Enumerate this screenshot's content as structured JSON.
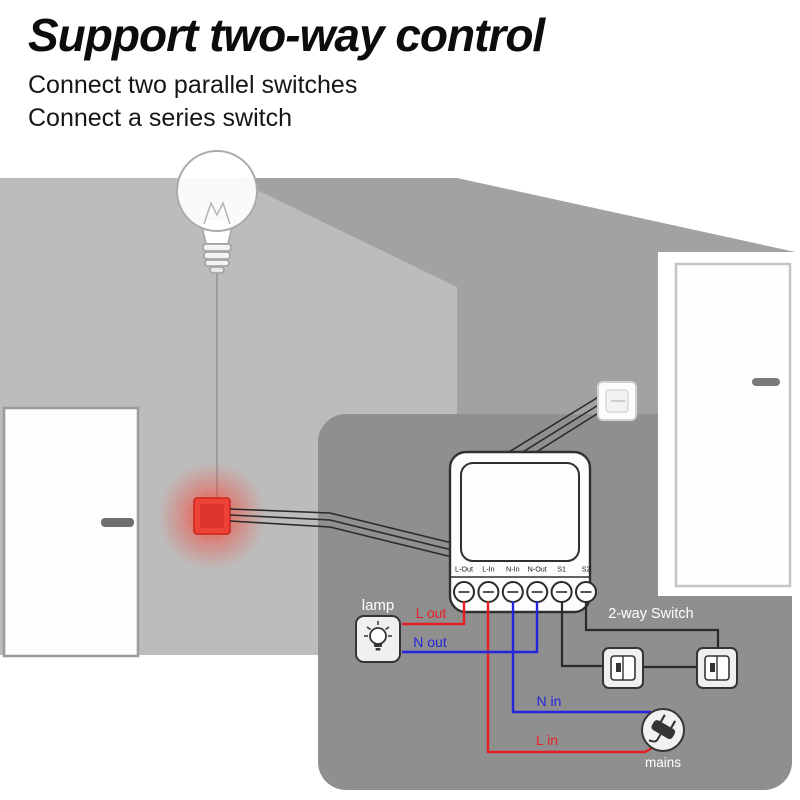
{
  "header": {
    "title": "Support two-way control",
    "subtitle1": "Connect two parallel switches",
    "subtitle2": "Connect a series switch"
  },
  "panel": {
    "terminals": [
      "L-Out",
      "L-In",
      "N-In",
      "N-Out",
      "S1",
      "S2"
    ],
    "lamp_label": "lamp",
    "l_out_label": "L out",
    "n_out_label": "N out",
    "n_in_label": "N in",
    "l_in_label": "L in",
    "two_way_label": "2-way Switch",
    "mains_label": "mains"
  },
  "colors": {
    "live": "#e81e25",
    "neutral": "#2525dd",
    "wire": "#2a2a2a",
    "panel": "#8f8f8f",
    "wall_front": "#bcbcbc",
    "wall_back": "#a2a2a2"
  }
}
